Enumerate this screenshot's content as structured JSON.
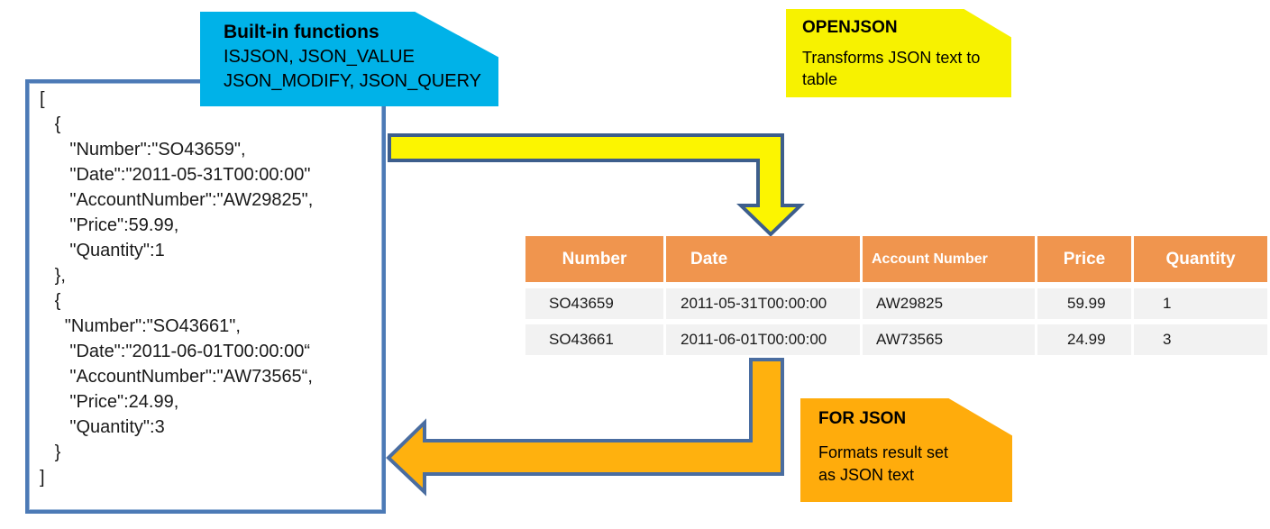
{
  "colors": {
    "cyan_callout": "#00B2E8",
    "yellow_callout": "#F7F200",
    "orange_callout": "#FFAC0C",
    "table_header_orange": "#F0954E",
    "table_row_gray": "#F2F2F2",
    "arrow_yellow_fill": "#FCF500",
    "arrow_orange_fill": "#FFB10E",
    "arrow_outline_blue": "#3D5E8C",
    "json_box_border_blue": "#4C7AB6"
  },
  "callouts": {
    "builtin_functions": {
      "title": "Built-in functions",
      "lines": [
        "ISJSON, JSON_VALUE",
        "JSON_MODIFY, JSON_QUERY"
      ]
    },
    "openjson": {
      "title": "OPENJSON",
      "body": "Transforms JSON text to\ntable"
    },
    "for_json": {
      "title": "FOR JSON",
      "body": "Formats result set\nas JSON text"
    }
  },
  "json_document": {
    "lines": [
      "[",
      "   {",
      "      \"Number\":\"SO43659\",",
      "      \"Date\":\"2011-05-31T00:00:00\"",
      "      \"AccountNumber\":\"AW29825\",",
      "      \"Price\":59.99,",
      "      \"Quantity\":1",
      "   },",
      "   {",
      "     \"Number\":\"SO43661\",",
      "      \"Date\":\"2011-06-01T00:00:00“",
      "      \"AccountNumber\":\"AW73565“,",
      "      \"Price\":24.99,",
      "      \"Quantity\":3",
      "   }",
      "]"
    ]
  },
  "table": {
    "headers": [
      "Number",
      "Date",
      "Account Number",
      "Price",
      "Quantity"
    ],
    "rows": [
      [
        "SO43659",
        "2011-05-31T00:00:00",
        "AW29825",
        "59.99",
        "1"
      ],
      [
        "SO43661",
        "2011-06-01T00:00:00",
        "AW73565",
        "24.99",
        "3"
      ]
    ]
  }
}
